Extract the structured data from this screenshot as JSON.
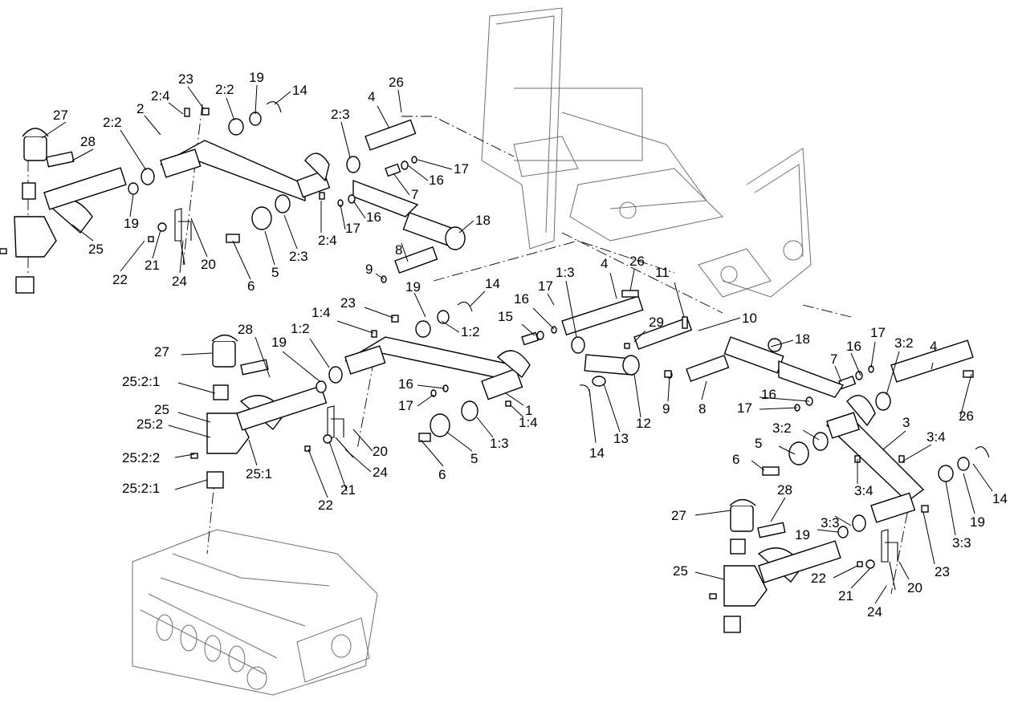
{
  "callouts": {
    "c0": "27",
    "c1": "28",
    "c2": "2:2",
    "c3": "2",
    "c4": "2:4",
    "c5": "23",
    "c6": "2:2",
    "c7": "19",
    "c8": "14",
    "c9": "2:3",
    "c10": "4",
    "c11": "26",
    "c12": "17",
    "c13": "16",
    "c14": "7",
    "c15": "16",
    "c16": "17",
    "c17": "18",
    "c18": "2:4",
    "c19": "2:3",
    "c20": "5",
    "c21": "6",
    "c22": "24",
    "c23": "20",
    "c24": "21",
    "c25": "22",
    "c26": "19",
    "c27": "25",
    "c28": "8",
    "c29": "9",
    "c30": "19",
    "c31": "14",
    "c32": "23",
    "c33": "1:4",
    "c34": "1:2",
    "c35": "1:2",
    "c36": "19",
    "c37": "28",
    "c38": "27",
    "c39": "25:2:1",
    "c40": "25",
    "c41": "25:2",
    "c42": "25:2:2",
    "c43": "25:1",
    "c44": "25:2:1",
    "c45": "20",
    "c46": "24",
    "c47": "21",
    "c48": "22",
    "c49": "6",
    "c50": "5",
    "c51": "1:3",
    "c52": "16",
    "c53": "17",
    "c54": "1:4",
    "c55": "1",
    "c56": "15",
    "c57": "16",
    "c58": "17",
    "c59": "1:3",
    "c60": "4",
    "c61": "26",
    "c62": "11",
    "c63": "10",
    "c64": "29",
    "c65": "14",
    "c66": "13",
    "c67": "12",
    "c68": "9",
    "c69": "8",
    "c70": "18",
    "c71": "17",
    "c72": "16",
    "c73": "7",
    "c74": "16",
    "c75": "17",
    "c76": "3:2",
    "c77": "4",
    "c78": "26",
    "c79": "3:2",
    "c80": "3",
    "c81": "3:4",
    "c82": "5",
    "c83": "6",
    "c84": "3:4",
    "c85": "14",
    "c86": "19",
    "c87": "3:3",
    "c88": "3:3",
    "c89": "19",
    "c90": "27",
    "c91": "28",
    "c92": "23",
    "c93": "25",
    "c94": "22",
    "c95": "20",
    "c96": "21",
    "c97": "24"
  }
}
